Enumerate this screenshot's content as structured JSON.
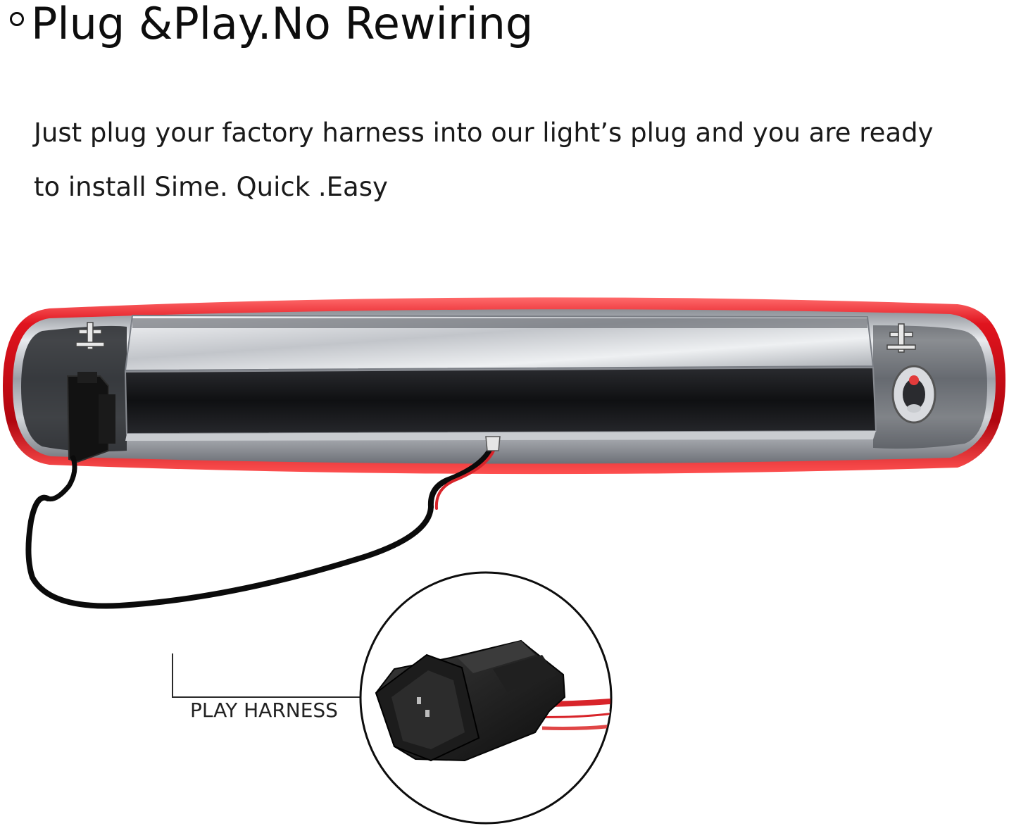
{
  "header": {
    "title": "Plug &Play.No Rewiring"
  },
  "description": {
    "line1": "Just plug your factory harness into our light’s plug and you are ready",
    "line2": "to install Sime. Quick .Easy"
  },
  "callout": {
    "label": "PLAY HARNESS"
  },
  "colors": {
    "housing_red": "#d0101c",
    "chrome": "#b9bcc2",
    "lens_dark": "#151618",
    "connector": "#1b1b1b",
    "wire_red": "#d8242a"
  }
}
